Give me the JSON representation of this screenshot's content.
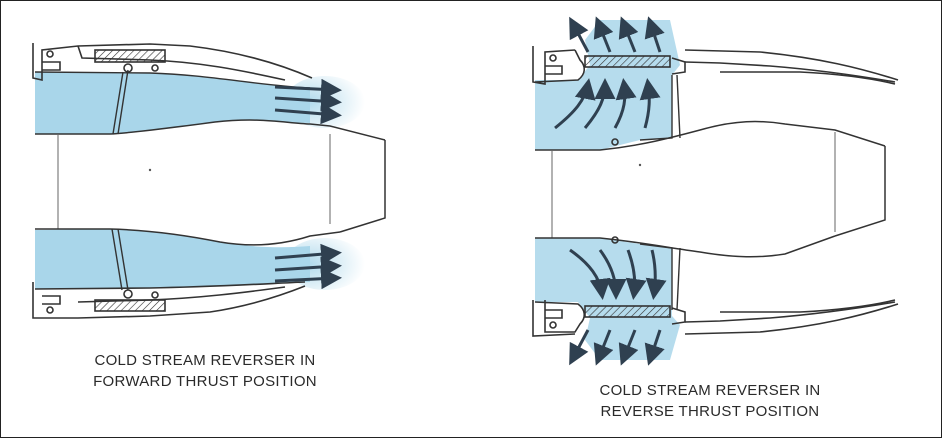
{
  "captions": {
    "forward": {
      "line1": "COLD STREAM REVERSER IN",
      "line2": "FORWARD THRUST POSITION"
    },
    "reverse": {
      "line1": "COLD STREAM REVERSER IN",
      "line2": "REVERSE THRUST POSITION"
    }
  },
  "colors": {
    "airflow": "#a9d6ea",
    "airflow_light": "#d2ebf5",
    "line": "#333333",
    "arrow": "#2f4050"
  }
}
